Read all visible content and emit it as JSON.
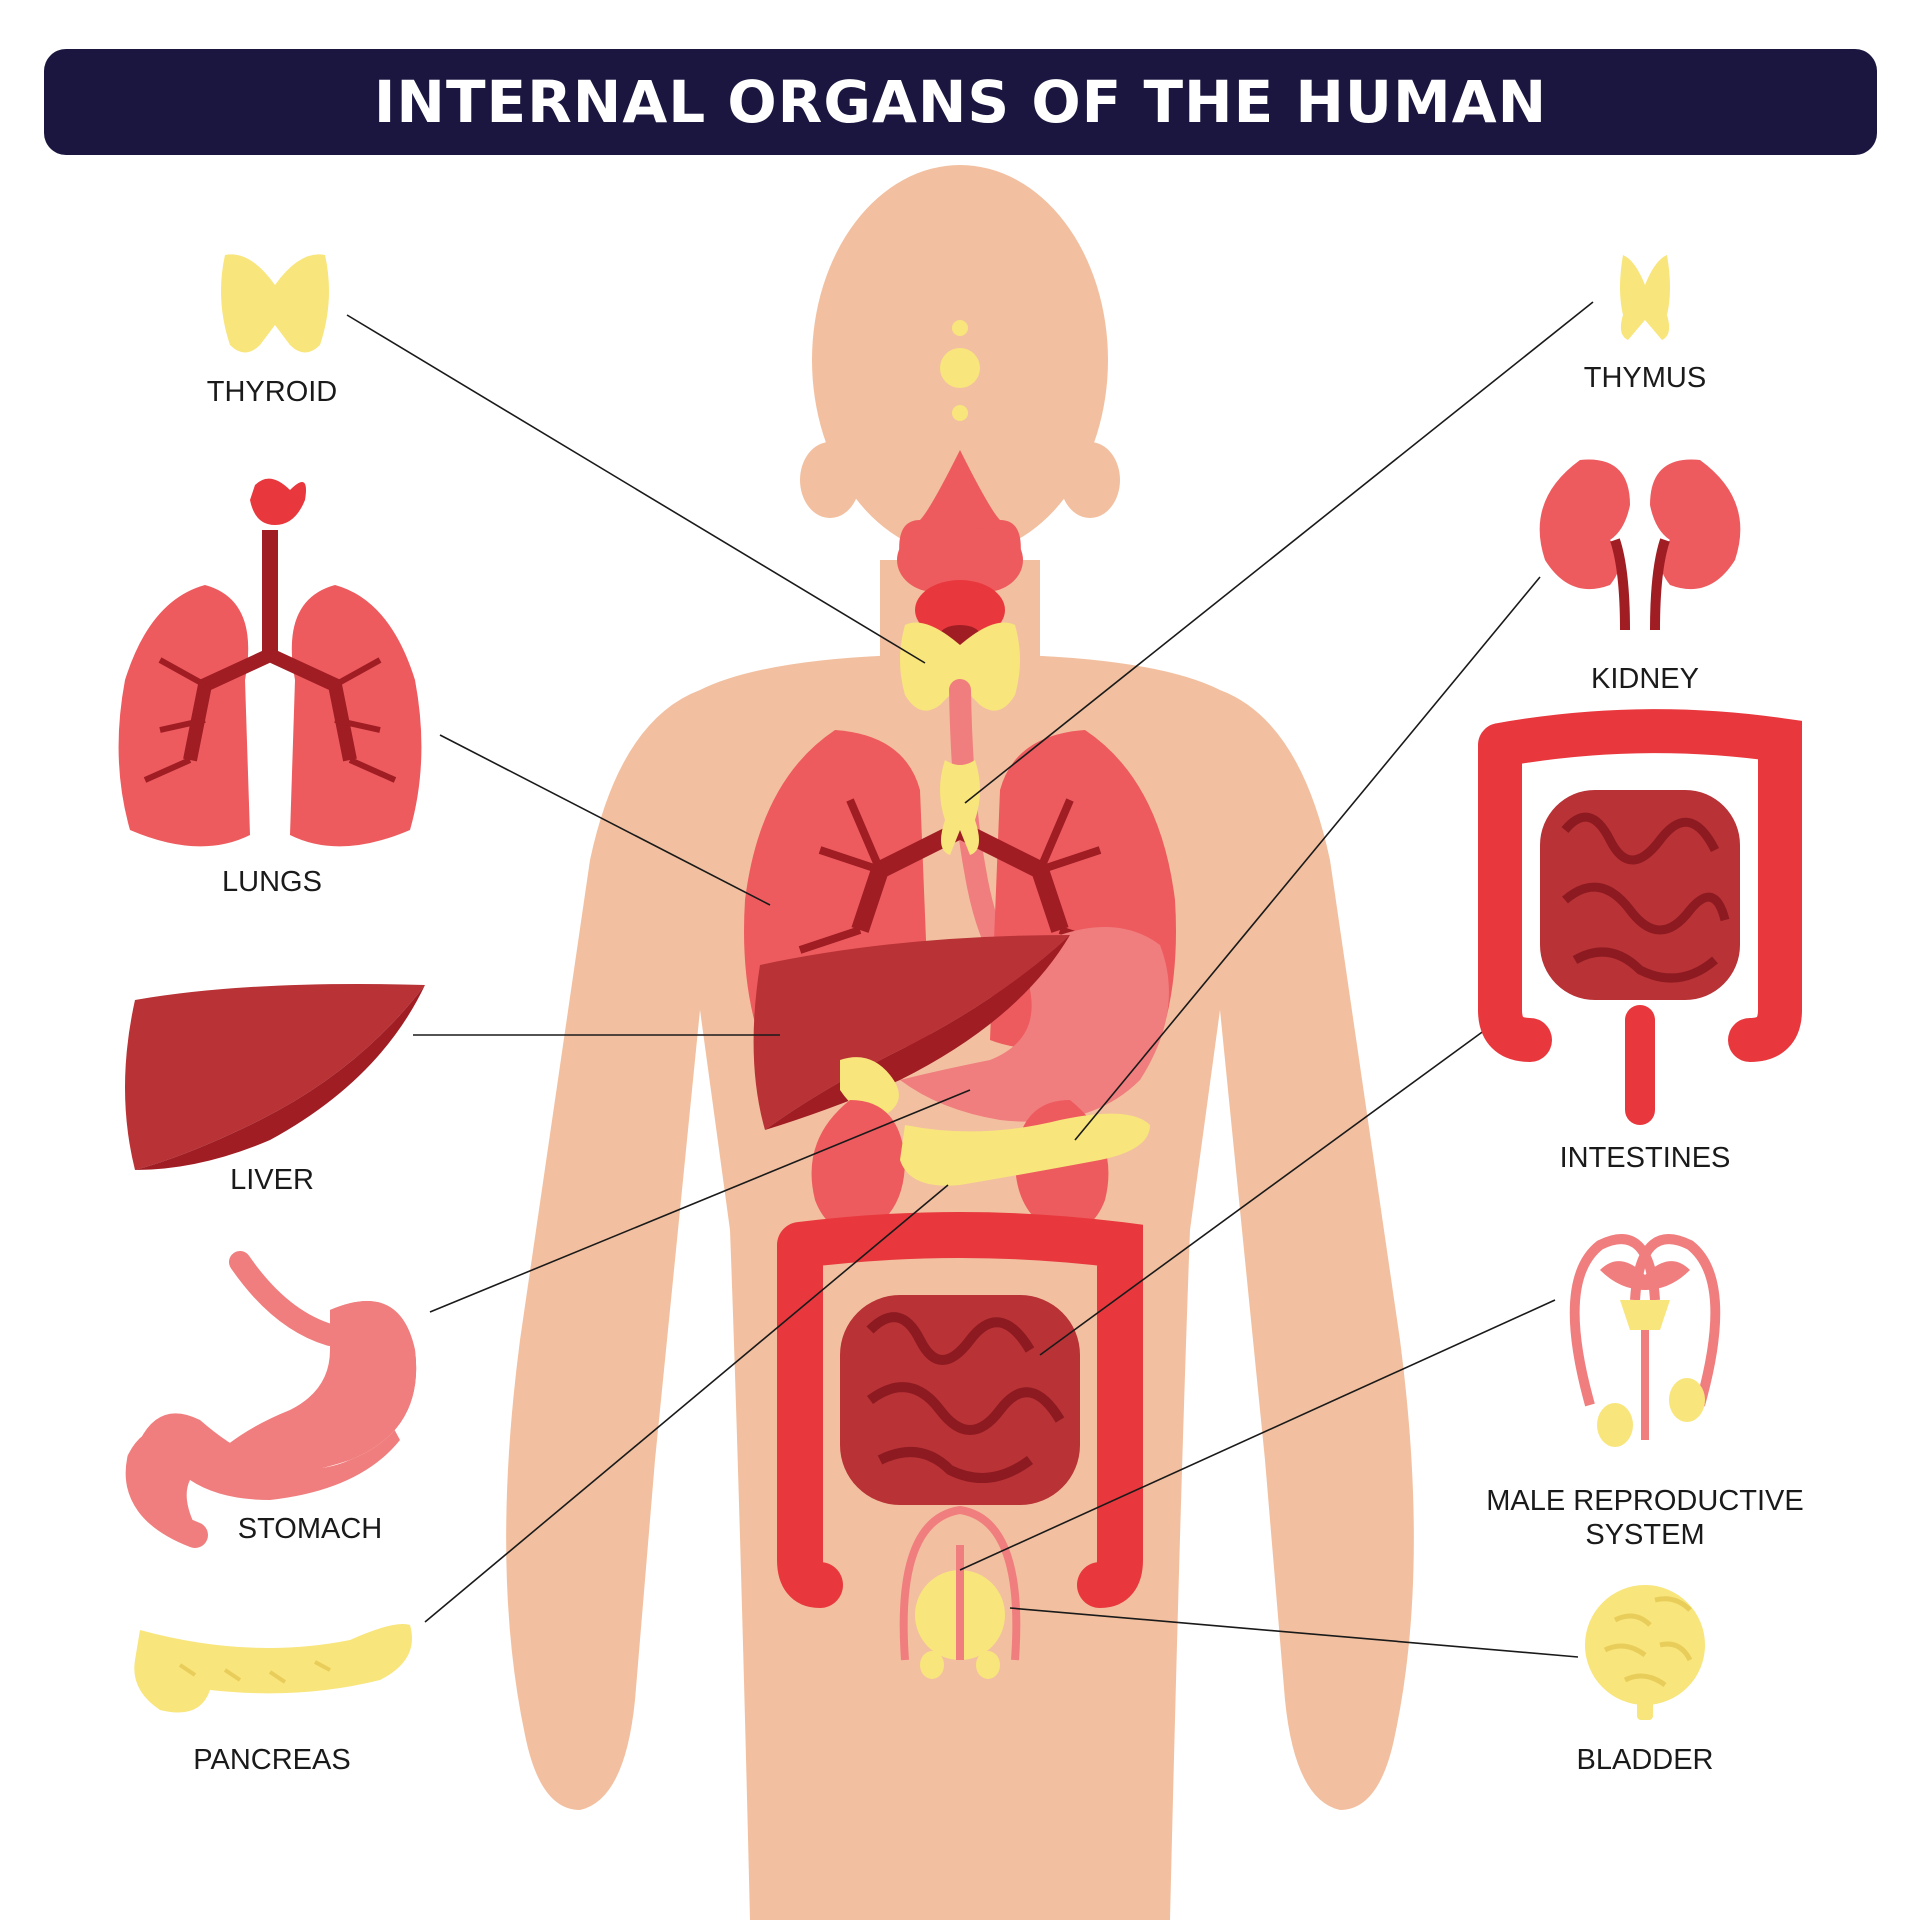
{
  "title": "INTERNAL ORGANS OF THE HUMAN",
  "colors": {
    "banner": "#1b1640",
    "skin": "#f2c0a0",
    "thyroid_yellow": "#f8e57c",
    "organ_red": "#ed5b5e",
    "dark_red": "#a01d24",
    "liver": "#b83236",
    "stomach_pink": "#f07e7e",
    "intestine_red": "#e8383d"
  },
  "labels": {
    "thyroid": "THYROID",
    "lungs": "LUNGS",
    "liver": "LIVER",
    "stomach": "STOMACH",
    "pancreas": "PANCREAS",
    "thymus": "THYMUS",
    "kidney": "KIDNEY",
    "intestines": "INTESTINES",
    "male_reproductive_line1": "MALE REPRODUCTIVE",
    "male_reproductive_line2": "SYSTEM",
    "bladder": "BLADDER"
  }
}
